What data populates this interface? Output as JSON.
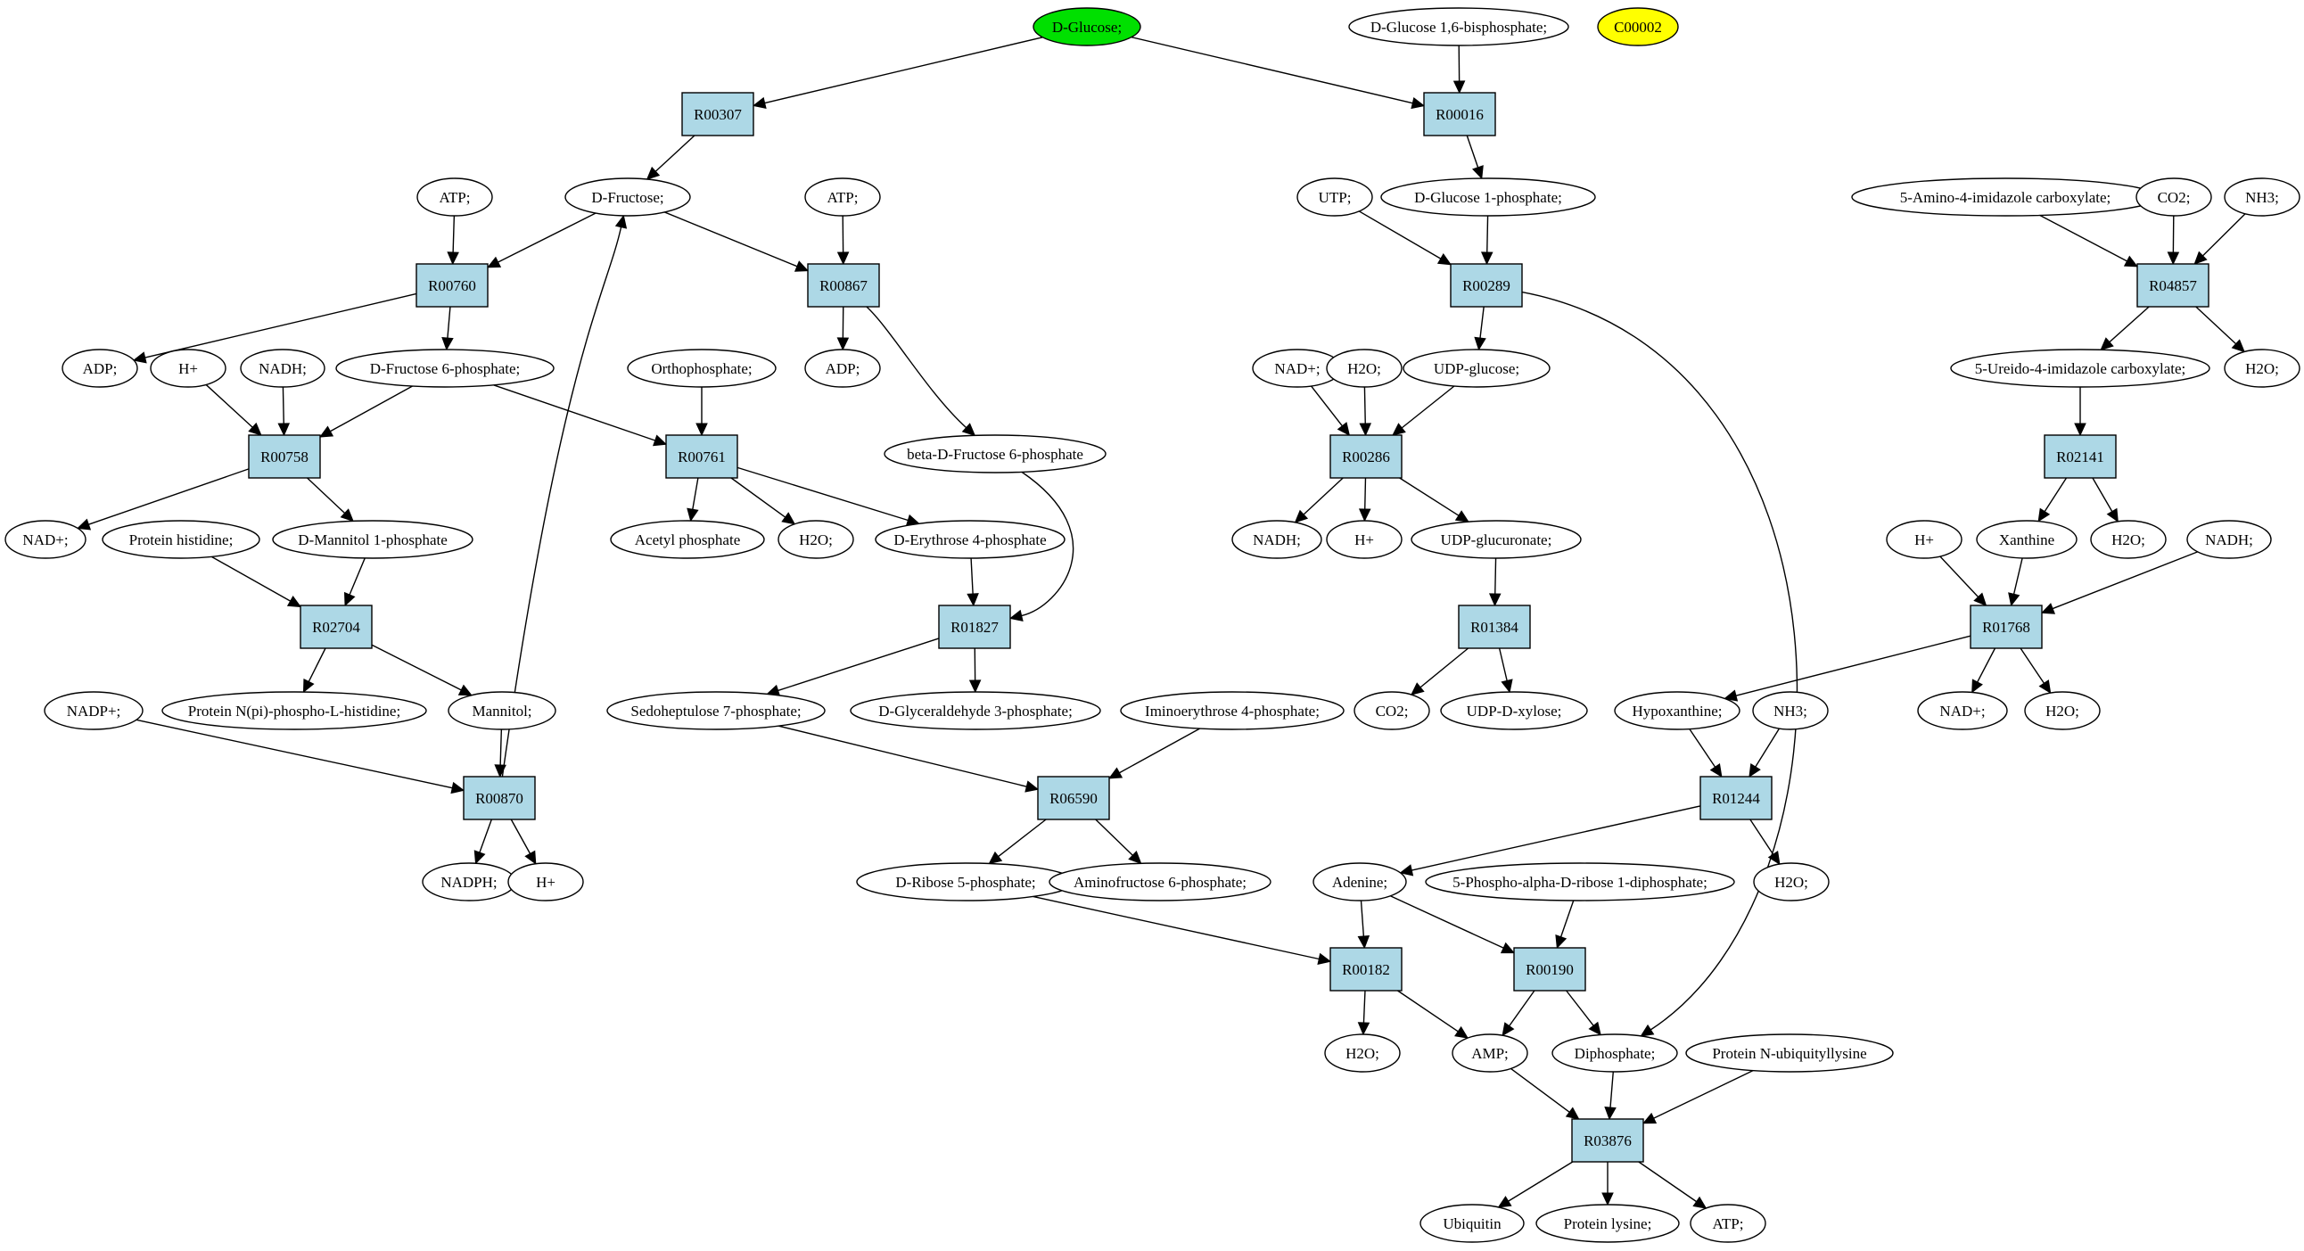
{
  "colors": {
    "reaction_fill": "#add8e6",
    "highlight_green": "#00e000",
    "highlight_yellow": "#ffff00",
    "metabolite_fill": "#ffffff",
    "stroke": "#000000"
  },
  "metabolites": {
    "glc": "D-Glucose;",
    "g16bp": "D-Glucose 1,6-bisphosphate;",
    "c00002": "C00002",
    "frc": "D-Fructose;",
    "atp1": "ATP;",
    "atp2": "ATP;",
    "g1p": "D-Glucose 1-phosphate;",
    "utp": "UTP;",
    "aica": "5-Amino-4-imidazole carboxylate;",
    "co2a": "CO2;",
    "nh3a": "NH3;",
    "adp1": "ADP;",
    "hp1": "H+",
    "nadh1": "NADH;",
    "f6p": "D-Fructose 6-phosphate;",
    "pi": "Orthophosphate;",
    "adp2": "ADP;",
    "nadp1": "NAD+;",
    "h2o1": "H2O;",
    "udpg": "UDP-glucose;",
    "uica": "5-Ureido-4-imidazole carboxylate;",
    "h2o2": "H2O;",
    "bf6p": "beta-D-Fructose 6-phosphate",
    "nad1": "NAD+;",
    "prothis": "Protein histidine;",
    "m1p": "D-Mannitol 1-phosphate",
    "acp": "Acetyl phosphate",
    "h2o3": "H2O;",
    "e4p": "D-Erythrose 4-phosphate",
    "nadh2": "NADH;",
    "hp2": "H+",
    "udpgluc": "UDP-glucuronate;",
    "hp3": "H+",
    "xan": "Xanthine",
    "h2o4": "H2O;",
    "nadh3": "NADH;",
    "nadpp": "NADP+;",
    "protnp": "Protein N(pi)-phospho-L-histidine;",
    "mtl": "Mannitol;",
    "s7p": "Sedoheptulose 7-phosphate;",
    "gap": "D-Glyceraldehyde 3-phosphate;",
    "ie4p": "Iminoerythrose 4-phosphate;",
    "co2b": "CO2;",
    "udpx": "UDP-D-xylose;",
    "hyp": "Hypoxanthine;",
    "nh3b": "NH3;",
    "nad2": "NAD+;",
    "h2o5": "H2O;",
    "nadph": "NADPH;",
    "hp4": "H+",
    "r5p": "D-Ribose 5-phosphate;",
    "af6p": "Aminofructose 6-phosphate;",
    "ade": "Adenine;",
    "prpp": "5-Phospho-alpha-D-ribose 1-diphosphate;",
    "h2o6": "H2O;",
    "h2o7": "H2O;",
    "amp": "AMP;",
    "ppi": "Diphosphate;",
    "pnubl": "Protein N-ubiquityllysine",
    "ubq": "Ubiquitin",
    "plys": "Protein lysine;",
    "atp3": "ATP;"
  },
  "reactions": {
    "r00307": "R00307",
    "r00016": "R00016",
    "r00760": "R00760",
    "r00867": "R00867",
    "r00289": "R00289",
    "r04857": "R04857",
    "r00758": "R00758",
    "r00761": "R00761",
    "r00286": "R00286",
    "r02141": "R02141",
    "r02704": "R02704",
    "r01827": "R01827",
    "r01384": "R01384",
    "r01768": "R01768",
    "r00870": "R00870",
    "r06590": "R06590",
    "r01244": "R01244",
    "r00182": "R00182",
    "r00190": "R00190",
    "r03876": "R03876"
  }
}
